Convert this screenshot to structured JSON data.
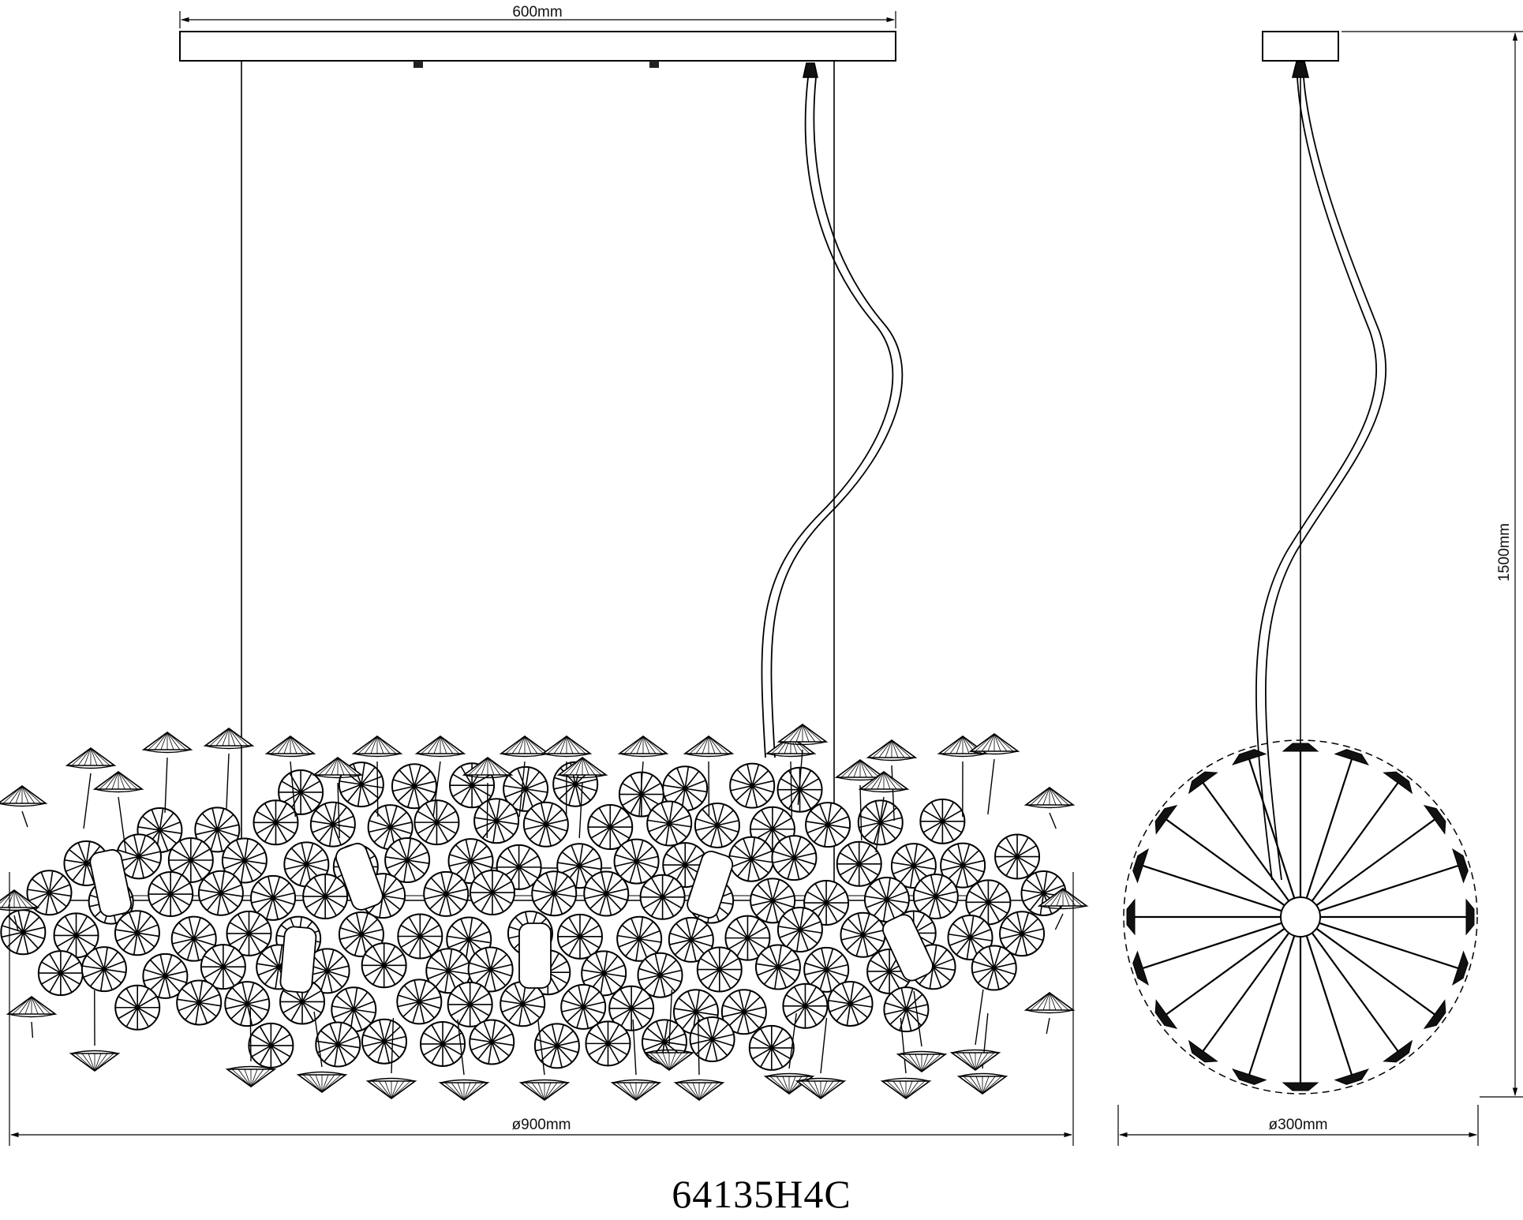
{
  "drawing": {
    "model_number": "64135H4C",
    "dimensions": {
      "canopy_width": "600mm",
      "overall_width": "ø900mm",
      "side_diameter": "ø300mm",
      "overall_height": "1500mm"
    }
  }
}
